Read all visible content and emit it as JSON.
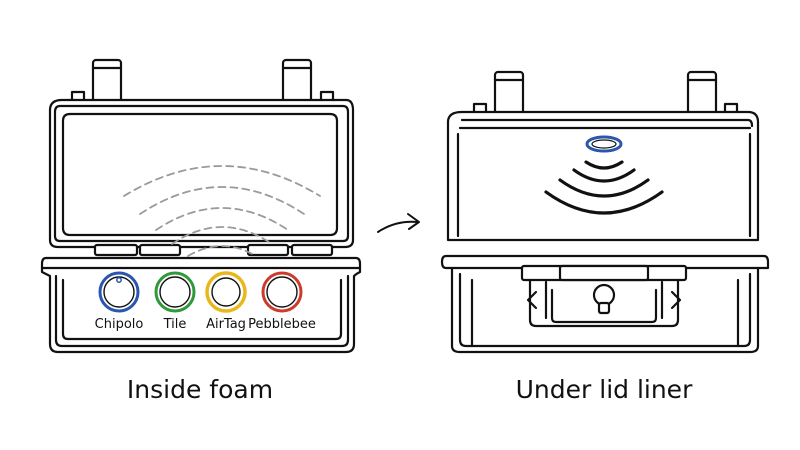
{
  "left_panel": {
    "caption": "Inside foam",
    "trackers": [
      {
        "label": "Chipolo",
        "color": "#2a55b0",
        "icon": "round-tracker-with-keyring-hole"
      },
      {
        "label": "Tile",
        "color": "#2f9a3a",
        "icon": "round-tracker"
      },
      {
        "label": "AirTag",
        "color": "#e8b81a",
        "icon": "round-tracker"
      },
      {
        "label": "Pebblebee",
        "color": "#cc3b2c",
        "icon": "round-tracker"
      }
    ],
    "signal_style": "dashed-grey-arcs"
  },
  "right_panel": {
    "caption": "Under lid liner",
    "tracker_color": "#2a55b0",
    "signal_style": "solid-black-arcs"
  },
  "arrow": {
    "icon": "curved-arrow-right"
  }
}
